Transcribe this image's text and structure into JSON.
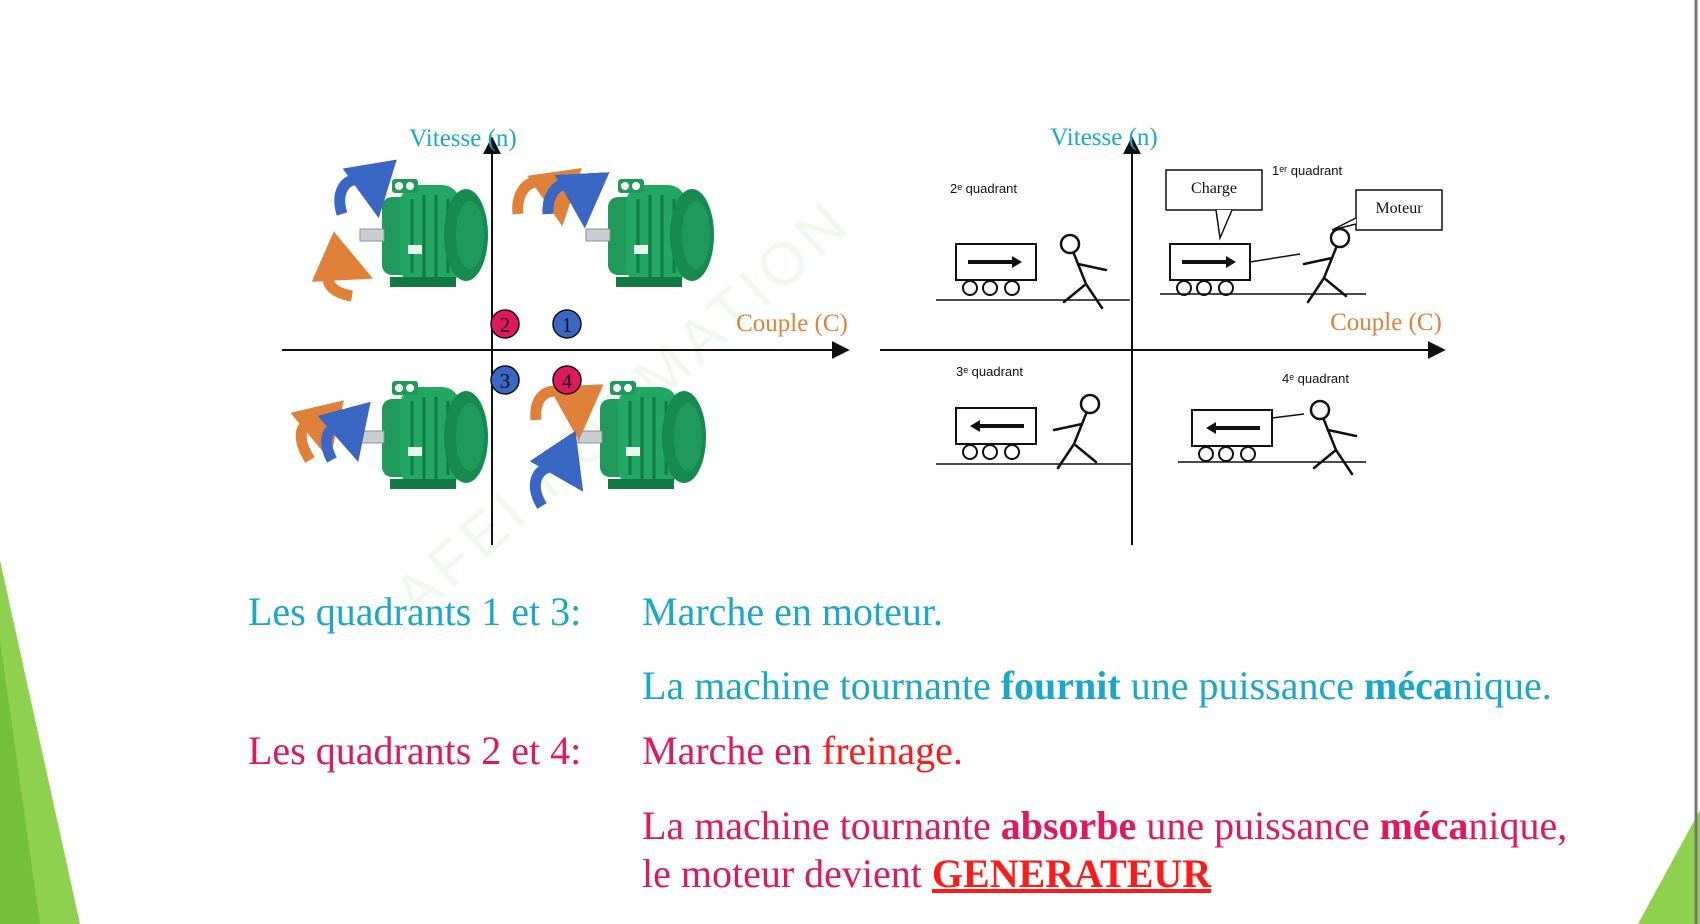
{
  "left_diagram": {
    "y_axis_label": "Vitesse (n)",
    "x_axis_label": "Couple (C)",
    "quadrants": [
      {
        "number": "1",
        "color": "#3a67c4"
      },
      {
        "number": "2",
        "color": "#e0195f"
      },
      {
        "number": "3",
        "color": "#3a67c4"
      },
      {
        "number": "4",
        "color": "#e0195f"
      }
    ]
  },
  "right_diagram": {
    "y_axis_label": "Vitesse (n)",
    "x_axis_label": "Couple (C)",
    "q1_label": "1ᵉʳ quadrant",
    "q2_label": "2ᵉ quadrant",
    "q3_label": "3ᵉ quadrant",
    "q4_label": "4ᵉ quadrant",
    "charge_label": "Charge",
    "moteur_label": "Moteur"
  },
  "watermark": "AFEI FORMATION",
  "text": {
    "q13_label": "Les quadrants 1 et 3:",
    "q13_mode": "Marche en moteur.",
    "q13_desc_a": "La machine tournante ",
    "q13_desc_b": "fournit",
    "q13_desc_c": " une puissance ",
    "q13_desc_d": "méca",
    "q13_desc_e": "nique.",
    "q24_label": "Les quadrants 2 et 4:",
    "q24_mode_a": "Marche en ",
    "q24_mode_b": "freinage",
    "q24_mode_c": ".",
    "q24_desc_a": "La machine tournante ",
    "q24_desc_b": "absorbe",
    "q24_desc_c": " une puissance ",
    "q24_desc_d": "méca",
    "q24_desc_e": "nique,",
    "q24_line2_a": "le moteur devient ",
    "q24_line2_b": "GENERATEUR"
  },
  "colors": {
    "cyan": "#1aa8c9",
    "pink": "#e0195f",
    "orange": "#e0813a",
    "blue_arrow": "#3a67c4",
    "motor_green": "#1f9a5a",
    "accent_green": "#8fd14f"
  }
}
